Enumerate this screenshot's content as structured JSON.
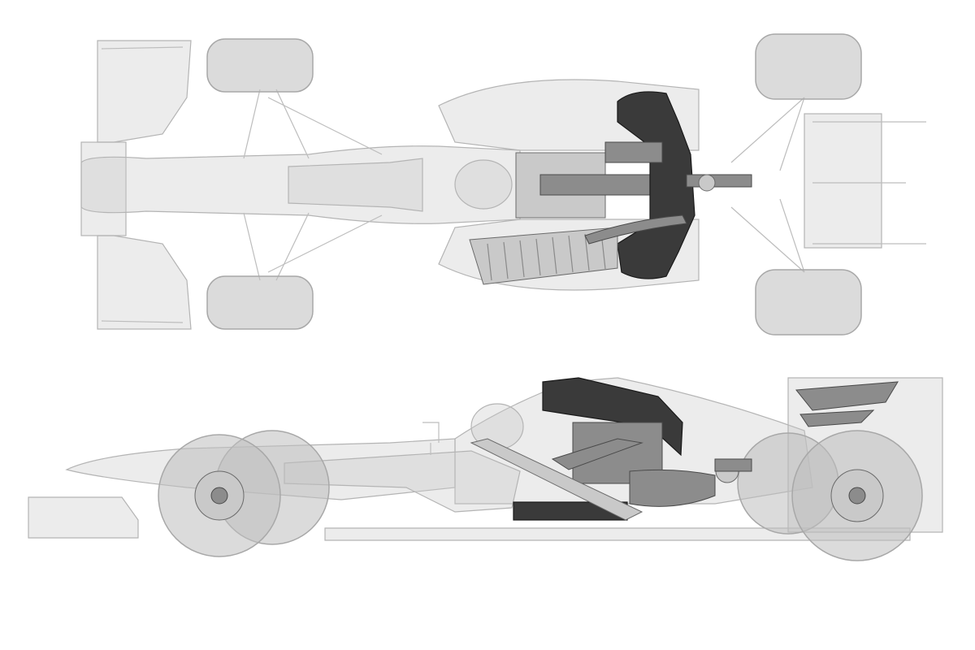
{
  "image": {
    "kind": "technical illustration",
    "views": [
      "top",
      "side"
    ],
    "background_color": "#ffffff",
    "ghost_color": "#c8c8c8",
    "highlight_color": "#3a3a3a"
  }
}
